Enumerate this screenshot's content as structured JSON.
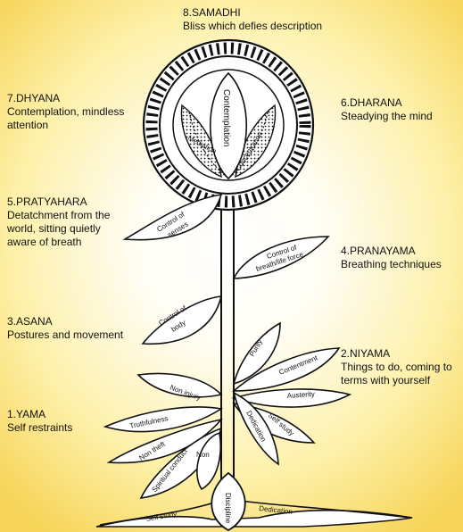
{
  "stages": {
    "samadhi": {
      "title": "8.SAMADHI",
      "desc": "Bliss which defies description"
    },
    "dhyana": {
      "title": "7.DHYANA",
      "desc1": "Contemplation, mindless",
      "desc2": "attention"
    },
    "dharana": {
      "title": "6.DHARANA",
      "desc": "Steadying the mind"
    },
    "pratyahara": {
      "title": "5.PRATYAHARA",
      "desc1": "Detatchment from the",
      "desc2": "world, sitting quietly",
      "desc3": "aware of breath"
    },
    "pranayama": {
      "title": "4.PRANAYAMA",
      "desc": "Breathing techniques"
    },
    "asana": {
      "title": "3.ASANA",
      "desc": "Postures and movement"
    },
    "niyama": {
      "title": "2.NIYAMA",
      "desc1": "Things to do, coming to",
      "desc2": "terms with yourself"
    },
    "yama": {
      "title": "1.YAMA",
      "desc": "Self restraints"
    }
  },
  "flower": {
    "top_petal": "Contemplation",
    "left_petal": "Mediation",
    "right_petal": "Concentration"
  },
  "leaves": {
    "senses_1": "Control of",
    "senses_2": "senses",
    "breath_1": "Control of",
    "breath_2": "breath/life force",
    "body_1": "Control of",
    "body_2": "body"
  },
  "yama_leaves": [
    "Non injury",
    "Truthfulness",
    "Non theft",
    "Spiritual conduct",
    "Non"
  ],
  "niyama_leaves": [
    "Purity",
    "Contentment",
    "Austerity",
    "Self study",
    "Dedication"
  ],
  "roots": {
    "left": "Self study",
    "center": "Discipline",
    "right": "Dedication"
  }
}
